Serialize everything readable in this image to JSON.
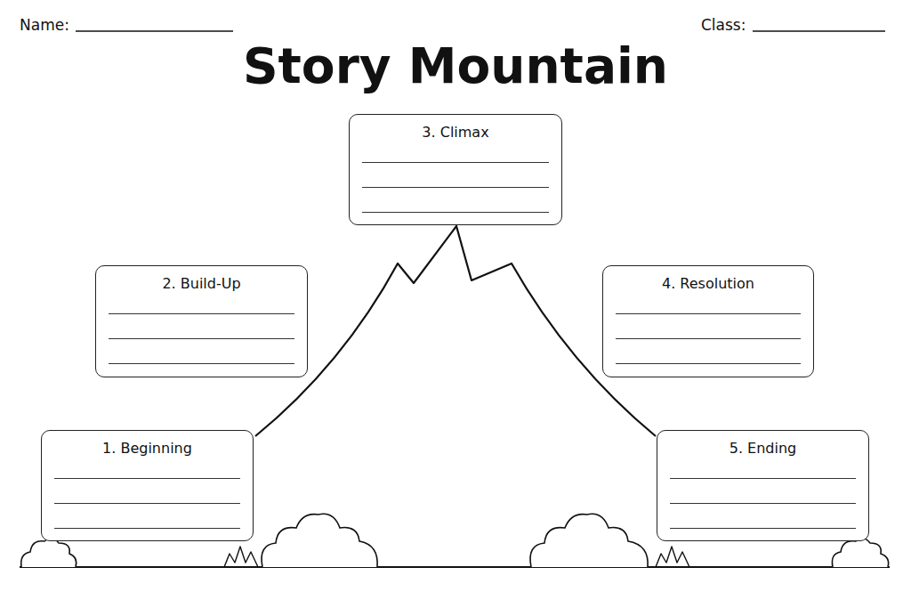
{
  "diagram": {
    "title": "Story Mountain",
    "nodes": [
      {
        "text": [
          "1. Beginning"
        ]
      },
      {
        "text": [
          "2. Build-Up"
        ]
      },
      {
        "text": [
          "3. Climax"
        ]
      },
      {
        "text": [
          "4. Resolution"
        ]
      },
      {
        "text": [
          "5. Ending"
        ]
      }
    ],
    "labels": [
      "Name:",
      "Class:"
    ]
  }
}
